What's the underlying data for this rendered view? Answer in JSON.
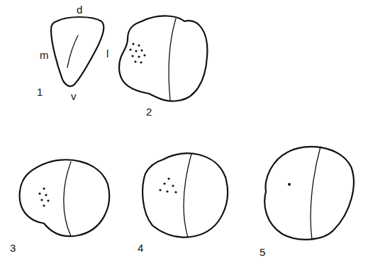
{
  "diagram": {
    "labels": [
      "d",
      "m",
      "l",
      "1",
      "v",
      "2",
      "3",
      "4",
      "5"
    ]
  }
}
